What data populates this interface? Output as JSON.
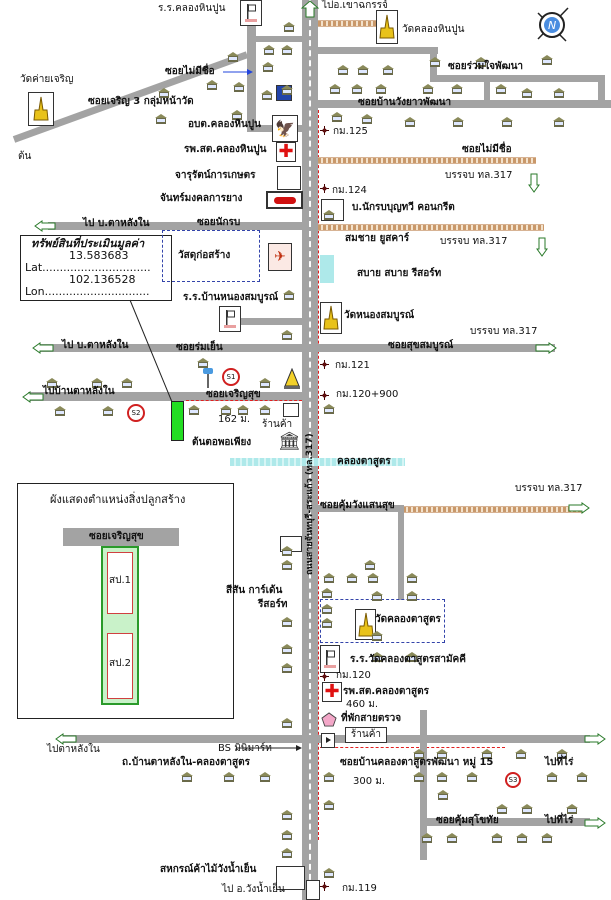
{
  "labels": {
    "school_top": "ร.ร.คลองหินปูน",
    "to_khao_chakan": "ไปอ.เขาฉกรรจ์",
    "wat_top": "วัดคลองหินปูน",
    "wat_khai": "วัดค่ายเจริญ",
    "soi_no_name_1": "ซอยไม่มีชื่อ",
    "soi_ruam_jai": "ซอยร่วมใจพัฒนา",
    "soi_charoen3": "ซอยเจริญ 3 กลุ่มหน้าวัด",
    "soi_ban_wang": "ซอยบ้านวังยาวพัฒนา",
    "ton": "ต้น",
    "obt": "อบต.คลองหินปูน",
    "km125": "กม.125",
    "rpst_top": "รพ.สต.คลองหินปูน",
    "soi_no_name_2": "ซอยไม่มีชื่อ",
    "jarurat": "จารุรัตน์การเกษตร",
    "join317_1": "บรรจบ ทล.317",
    "km124": "กม.124",
    "chanmongkol": "จันทร์มงคลการยาง",
    "nakrob": "บ.นักรบบุญทวี คอนกรีต",
    "to_ta_lang_nai_1": "ไป บ.ตาหลังใน",
    "soi_nakrob": "ซอยนักรบ",
    "somchai": "สมชาย ยูสคาร์",
    "join317_2": "บรรจบ ทล.317",
    "construction": "วัสดุก่อสร้าง",
    "sabai": "สบาย สบาย รีสอร์ท",
    "school_nong": "ร.ร.บ้านหนองสมบูรณ์",
    "wat_nong": "วัดหนองสมบูรณ์",
    "join317_3": "บรรจบ ทล.317",
    "to_ta_lang_nai_2": "ไป บ.ตาหลังใน",
    "soi_rom_yen": "ซอยร่มเย็น",
    "soi_suk_somboon": "ซอยสุขสมบูรณ์",
    "km121": "กม.121",
    "to_ban_ta_lang_nai": "ไปบ้านตาหลังใน",
    "soi_charoen_suk": "ซอยเจริญสุข",
    "km120_900": "กม.120+900",
    "dist_162": "162 ม.",
    "shop_1": "ร้านค้า",
    "ton_tor": "ต้นตอพอเพียง",
    "khlong_ta_sut": "คลองตาสูตร",
    "highway": "ถนนสายจันทบุรี-สระแก้ว (ทล.317)",
    "join317_4": "บรรจบ ทล.317",
    "soi_khum_wang": "ซอยคุ้มวังแสนสุข",
    "sisan": "สีสัน การ์เด้น",
    "sisan2": "รีสอร์ท",
    "wat_khlong_ta_sut": "วัดคลองตาสูตร",
    "school_ta_sut": "ร.ร.วัดคลองตาสูตรสามัคคี",
    "km120": "กม.120",
    "rpst_bottom": "รพ.สต.คลองตาสูตร",
    "dist_460": "460 ม.",
    "checkpoint": "ที่พักสายตรวจ",
    "bs_mini": "BS มินิมาร์ท",
    "shop_2": "ร้านค้า",
    "to_ta_lang_nai_3": "ไปตาหลังใน",
    "road_ban_ta": "ถ.บ้านตาหลังใน-คลองตาสูตร",
    "soi_ban_khlong": "ซอยบ้านคลองตาสูตรพัฒนา หมู่ 15",
    "to_field_1": "ไปที่ไร่",
    "dist_300": "300 ม.",
    "soi_khum_sukhothai": "ซอยคุ้มสุโขทัย",
    "to_field_2": "ไปที่ไร่",
    "cooperative": "สหกรณ์ค้าไม้วังน้ำเย็น",
    "to_wang_nam_yen": "ไป อ.วังน้ำเย็น",
    "km119": "กม.119",
    "sign_s1": "S1",
    "sign_s2": "S2",
    "sign_s3": "S3"
  },
  "property": {
    "title": "ทรัพย์สินที่ประเมินมูลค่า",
    "lat_label": "Lat...............................",
    "lat": "13.583683",
    "lon_label": "Lon..............................",
    "lon": "102.136528"
  },
  "plan": {
    "title": "ผังแสดงตำแหน่งสิ่งปลูกสร้าง",
    "road": "ซอยเจริญสุข",
    "b1": "สป.1",
    "b2": "สป.2"
  },
  "colors": {
    "road": "#a3a3a3",
    "property": "#22dd22",
    "route": "#e02020",
    "canal": "#aee9ea"
  },
  "icons": [
    "compass-icon",
    "temple-icon",
    "school-flag-icon",
    "hospital-cross-icon",
    "garuda-icon",
    "house-icon",
    "car-icon",
    "speed-sign-icon",
    "water-tower-icon",
    "bank-icon",
    "pentagon-icon",
    "arrow-icon"
  ]
}
